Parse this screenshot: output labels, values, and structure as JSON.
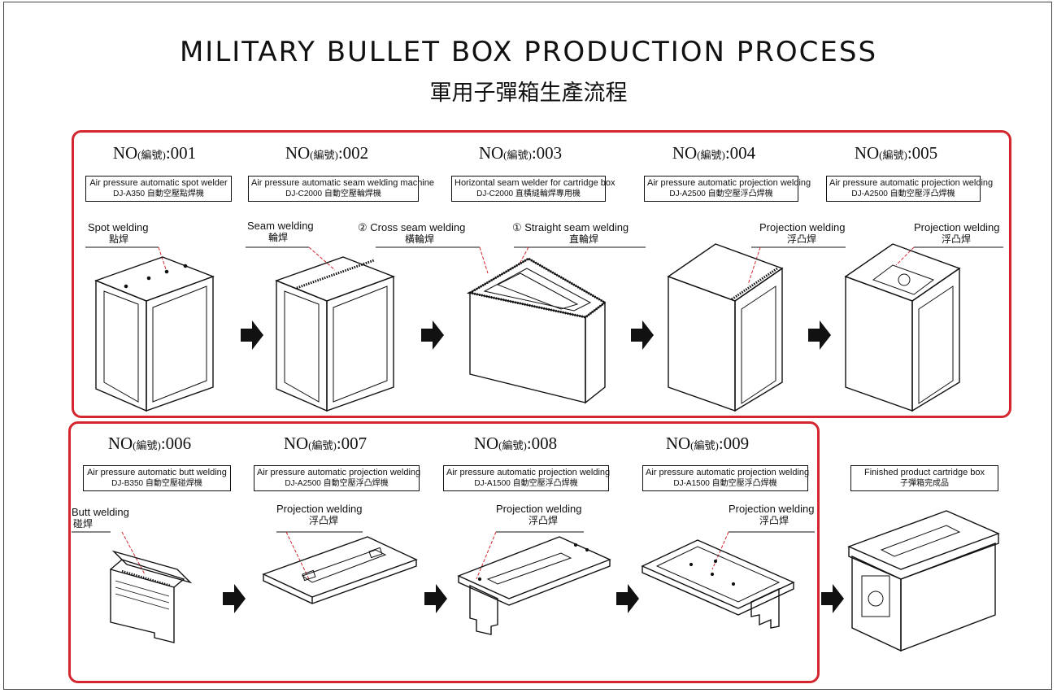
{
  "title_en": "MILITARY BULLET BOX PRODUCTION PROCESS",
  "title_zh": "軍用子彈箱生產流程",
  "colors": {
    "group_border": "#d4262e",
    "ink": "#111111",
    "arrow": "#111111"
  },
  "steps": [
    {
      "no_prefix": "NO",
      "no_zh": "(編號)",
      "no_num": ":001",
      "machine_en": "Air pressure automatic spot welder",
      "machine_zh": "DJ-A350 自動空壓點焊機",
      "labels": [
        {
          "en": "Spot welding",
          "zh": "點焊"
        }
      ]
    },
    {
      "no_prefix": "NO",
      "no_zh": "(編號)",
      "no_num": ":002",
      "machine_en": "Air pressure automatic seam welding machine",
      "machine_zh": "DJ-C2000 自動空壓輪焊機",
      "labels": [
        {
          "en": "Seam welding",
          "zh": "輪焊"
        }
      ]
    },
    {
      "no_prefix": "NO",
      "no_zh": "(編號)",
      "no_num": ":003",
      "machine_en": "Horizontal seam welder for cartridge box",
      "machine_zh": "DJ-C2000 直橫縫輪焊專用機",
      "labels": [
        {
          "en": "② Cross seam welding",
          "zh": "橫輪焊"
        },
        {
          "en": "① Straight seam welding",
          "zh": "直輪焊"
        }
      ]
    },
    {
      "no_prefix": "NO",
      "no_zh": "(編號)",
      "no_num": ":004",
      "machine_en": "Air pressure automatic projection welding",
      "machine_zh": "DJ-A2500 自動空壓浮凸焊機",
      "labels": [
        {
          "en": "Projection welding",
          "zh": "浮凸焊"
        }
      ]
    },
    {
      "no_prefix": "NO",
      "no_zh": "(編號)",
      "no_num": ":005",
      "machine_en": "Air pressure automatic projection welding",
      "machine_zh": "DJ-A2500 自動空壓浮凸焊機",
      "labels": [
        {
          "en": "Projection welding",
          "zh": "浮凸焊"
        }
      ]
    },
    {
      "no_prefix": "NO",
      "no_zh": "(編號)",
      "no_num": ":006",
      "machine_en": "Air pressure automatic butt welding",
      "machine_zh": "DJ-B350 自動空壓碰焊機",
      "labels": [
        {
          "en": "Butt welding",
          "zh": "碰焊"
        }
      ]
    },
    {
      "no_prefix": "NO",
      "no_zh": "(編號)",
      "no_num": ":007",
      "machine_en": "Air pressure automatic projection welding",
      "machine_zh": "DJ-A2500 自動空壓浮凸焊機",
      "labels": [
        {
          "en": "Projection welding",
          "zh": "浮凸焊"
        }
      ]
    },
    {
      "no_prefix": "NO",
      "no_zh": "(編號)",
      "no_num": ":008",
      "machine_en": "Air pressure automatic projection welding",
      "machine_zh": "DJ-A1500 自動空壓浮凸焊機",
      "labels": [
        {
          "en": "Projection welding",
          "zh": "浮凸焊"
        }
      ]
    },
    {
      "no_prefix": "NO",
      "no_zh": "(編號)",
      "no_num": ":009",
      "machine_en": "Air pressure automatic projection welding",
      "machine_zh": "DJ-A1500 自動空壓浮凸焊機",
      "labels": [
        {
          "en": "Projection welding",
          "zh": "浮凸焊"
        }
      ]
    }
  ],
  "finished": {
    "en": "Finished product cartridge box",
    "zh": "子彈箱完成品"
  }
}
